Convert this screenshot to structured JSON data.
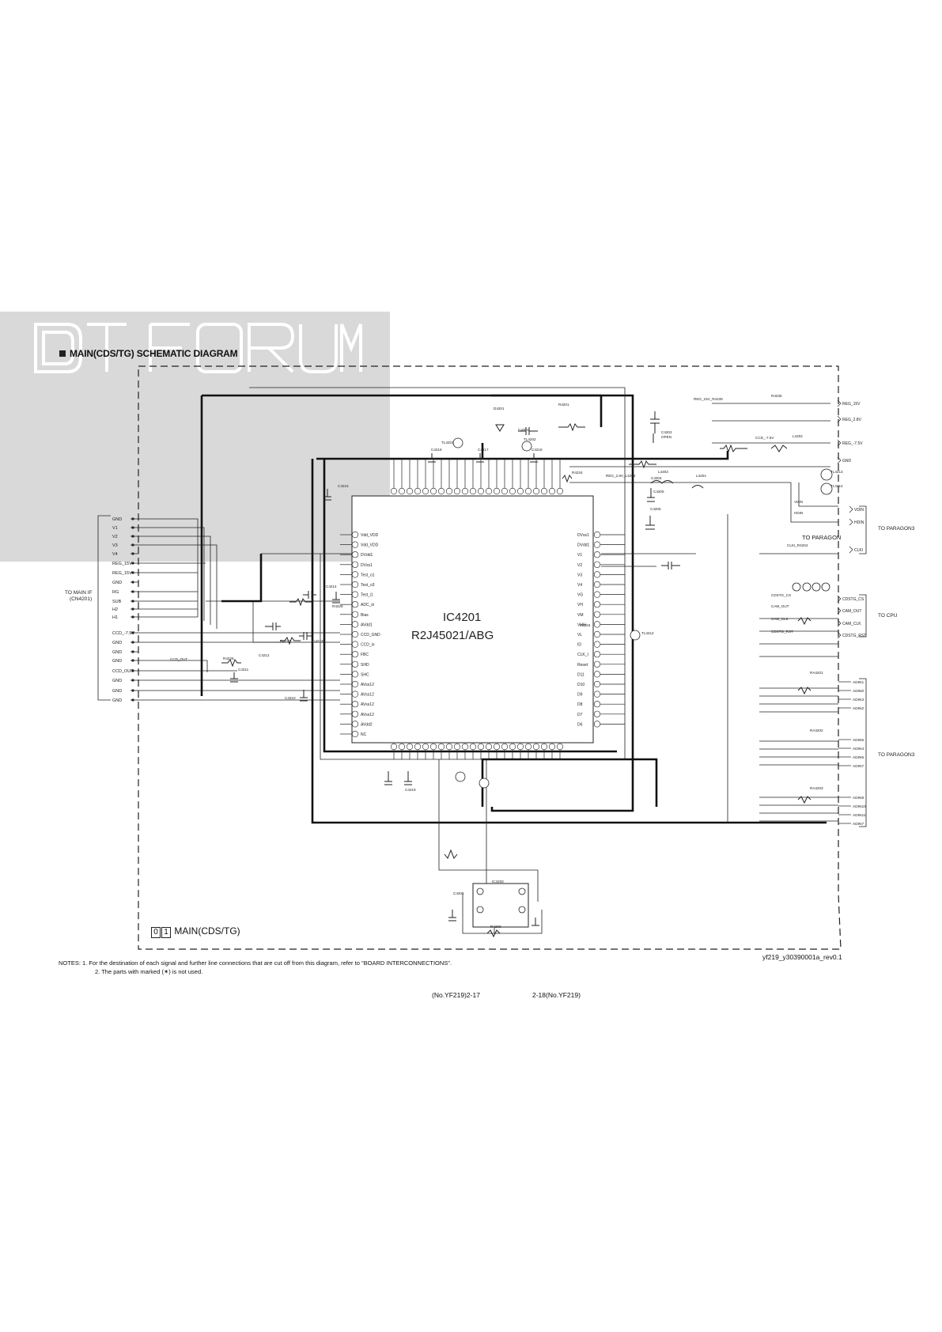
{
  "heading": "MAIN(CDS/TG) SCHEMATIC DIAGRAM",
  "watermark": {
    "logo_text": "DT FORUM"
  },
  "ic": {
    "ref": "IC4201",
    "part": "R2J45021/ABG"
  },
  "sheet_label": {
    "digits": [
      "0",
      "1"
    ],
    "name": "MAIN(CDS/TG)"
  },
  "revision": "yf219_y30390001a_rev0.1",
  "page_numbers": {
    "left": "(No.YF219)2-17",
    "right": "2-18(No.YF219)"
  },
  "notes": [
    "NOTES: 1. For the destination of each signal and further line connections that are cut off from this diagram, refer to \"BOARD INTERCONNECTIONS\".",
    "2. The parts with marked (✶) is not used."
  ],
  "connector_left": {
    "title": "TO MAIN IF",
    "ref": "(CN4201)",
    "pins": [
      "GND",
      "V1",
      "V2",
      "V3",
      "V4",
      "REG_15V",
      "REG_15V",
      "GND",
      "RG",
      "SUB",
      "H2",
      "H1",
      "CCD_-7.5V",
      "GND",
      "GND",
      "GND",
      "CCD_OUT",
      "GND",
      "GND",
      "GND"
    ]
  },
  "connector_right": {
    "paragon_top": "TO PARAGON3",
    "paragon_label": "TO PARAGON",
    "cpu": "TO CPU",
    "paragon_bottom": "TO PARAGON3",
    "rails": [
      "REG_15V",
      "REG_2.8V",
      "REG_-7.5V",
      "GND",
      "VDIN",
      "HDIN",
      "CLKI",
      "CDSTG_CS",
      "CAM_OUT",
      "CAM_CLK",
      "CDSTG_RST"
    ],
    "adin": [
      "ADIN1",
      "ADIN0",
      "ADIN3",
      "ADIN2",
      "ADIN5",
      "ADIN4",
      "ADIN6",
      "ADIN7",
      "ADIN8",
      "ADIN10",
      "ADIN11",
      "ADIN7"
    ]
  },
  "ic_left_pins": [
    "Vdd_VDD",
    "Vdd_VDD",
    "DVdd1",
    "DVss1",
    "Test_o1",
    "Test_o3",
    "Test_i1",
    "ADC_in",
    "Bias",
    "AVdd1",
    "CCD_GND",
    "CCD_in",
    "FBC",
    "SHD",
    "SHC",
    "AVss12",
    "AVss12",
    "AVss12",
    "AVss12",
    "AVdd2",
    "NC"
  ],
  "ic_right_pins": [
    "DVss1",
    "DVdd1",
    "V1",
    "V2",
    "V3",
    "V4",
    "VG",
    "VH",
    "VM",
    "VHH",
    "VL",
    "ID",
    "CLK_I",
    "Reset",
    "D11",
    "D10",
    "D9",
    "D8",
    "D7",
    "D6"
  ],
  "components": [
    "R4235",
    "REG_15V_R4235",
    "C4202",
    "OPEN",
    "L4202",
    "REG_2.8V_L4203",
    "L4203",
    "L4204",
    "C4204",
    "C4205",
    "C4206",
    "C4210",
    "C4211",
    "C4212",
    "C4213",
    "C4214",
    "C4215",
    "C4216",
    "C4217",
    "C4218",
    "C4219",
    "C4201",
    "D4201",
    "R4201",
    "R4226",
    "R4227",
    "R4228",
    "R4204",
    "R4234",
    "TL4201",
    "TL4202",
    "TL4212",
    "TL4213",
    "TL4214",
    "RA4201",
    "RA4202",
    "RA4203",
    "CLKI_R4204",
    "IC4202",
    "C4208",
    "R4209",
    "CCD_-7.5V",
    "CCD_OUT",
    "CDSTG_CS",
    "CAM_OUT",
    "CAM_CLK",
    "CDSTG_RST",
    "VDIN",
    "HDIN"
  ]
}
